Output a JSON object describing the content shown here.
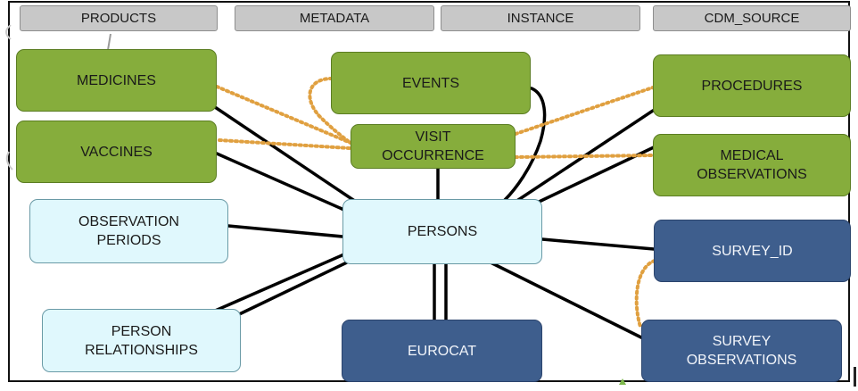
{
  "header_tabs": {
    "products": "PRODUCTS",
    "metadata": "METADATA",
    "instance": "INSTANCE",
    "cdm_source": "CDM_SOURCE"
  },
  "entities": {
    "medicines": "MEDICINES",
    "events": "EVENTS",
    "procedures": "PROCEDURES",
    "vaccines": "VACCINES",
    "visit_occurrence": "VISIT\nOCCURRENCE",
    "medical_observations": "MEDICAL\nOBSERVATIONS",
    "observation_periods": "OBSERVATION\nPERIODS",
    "persons": "PERSONS",
    "survey_id": "SURVEY_ID",
    "person_relationships": "PERSON\nRELATIONSHIPS",
    "eurocat": "EUROCAT",
    "survey_observations": "SURVEY\nOBSERVATIONS"
  },
  "colors": {
    "green_table": "#86ad3c",
    "light_table": "#e0f8fd",
    "blue_table": "#3e5e8d",
    "header_tab": "#c8c8c8",
    "solid_link": "#000000",
    "dotted_link": "#e0a040"
  }
}
